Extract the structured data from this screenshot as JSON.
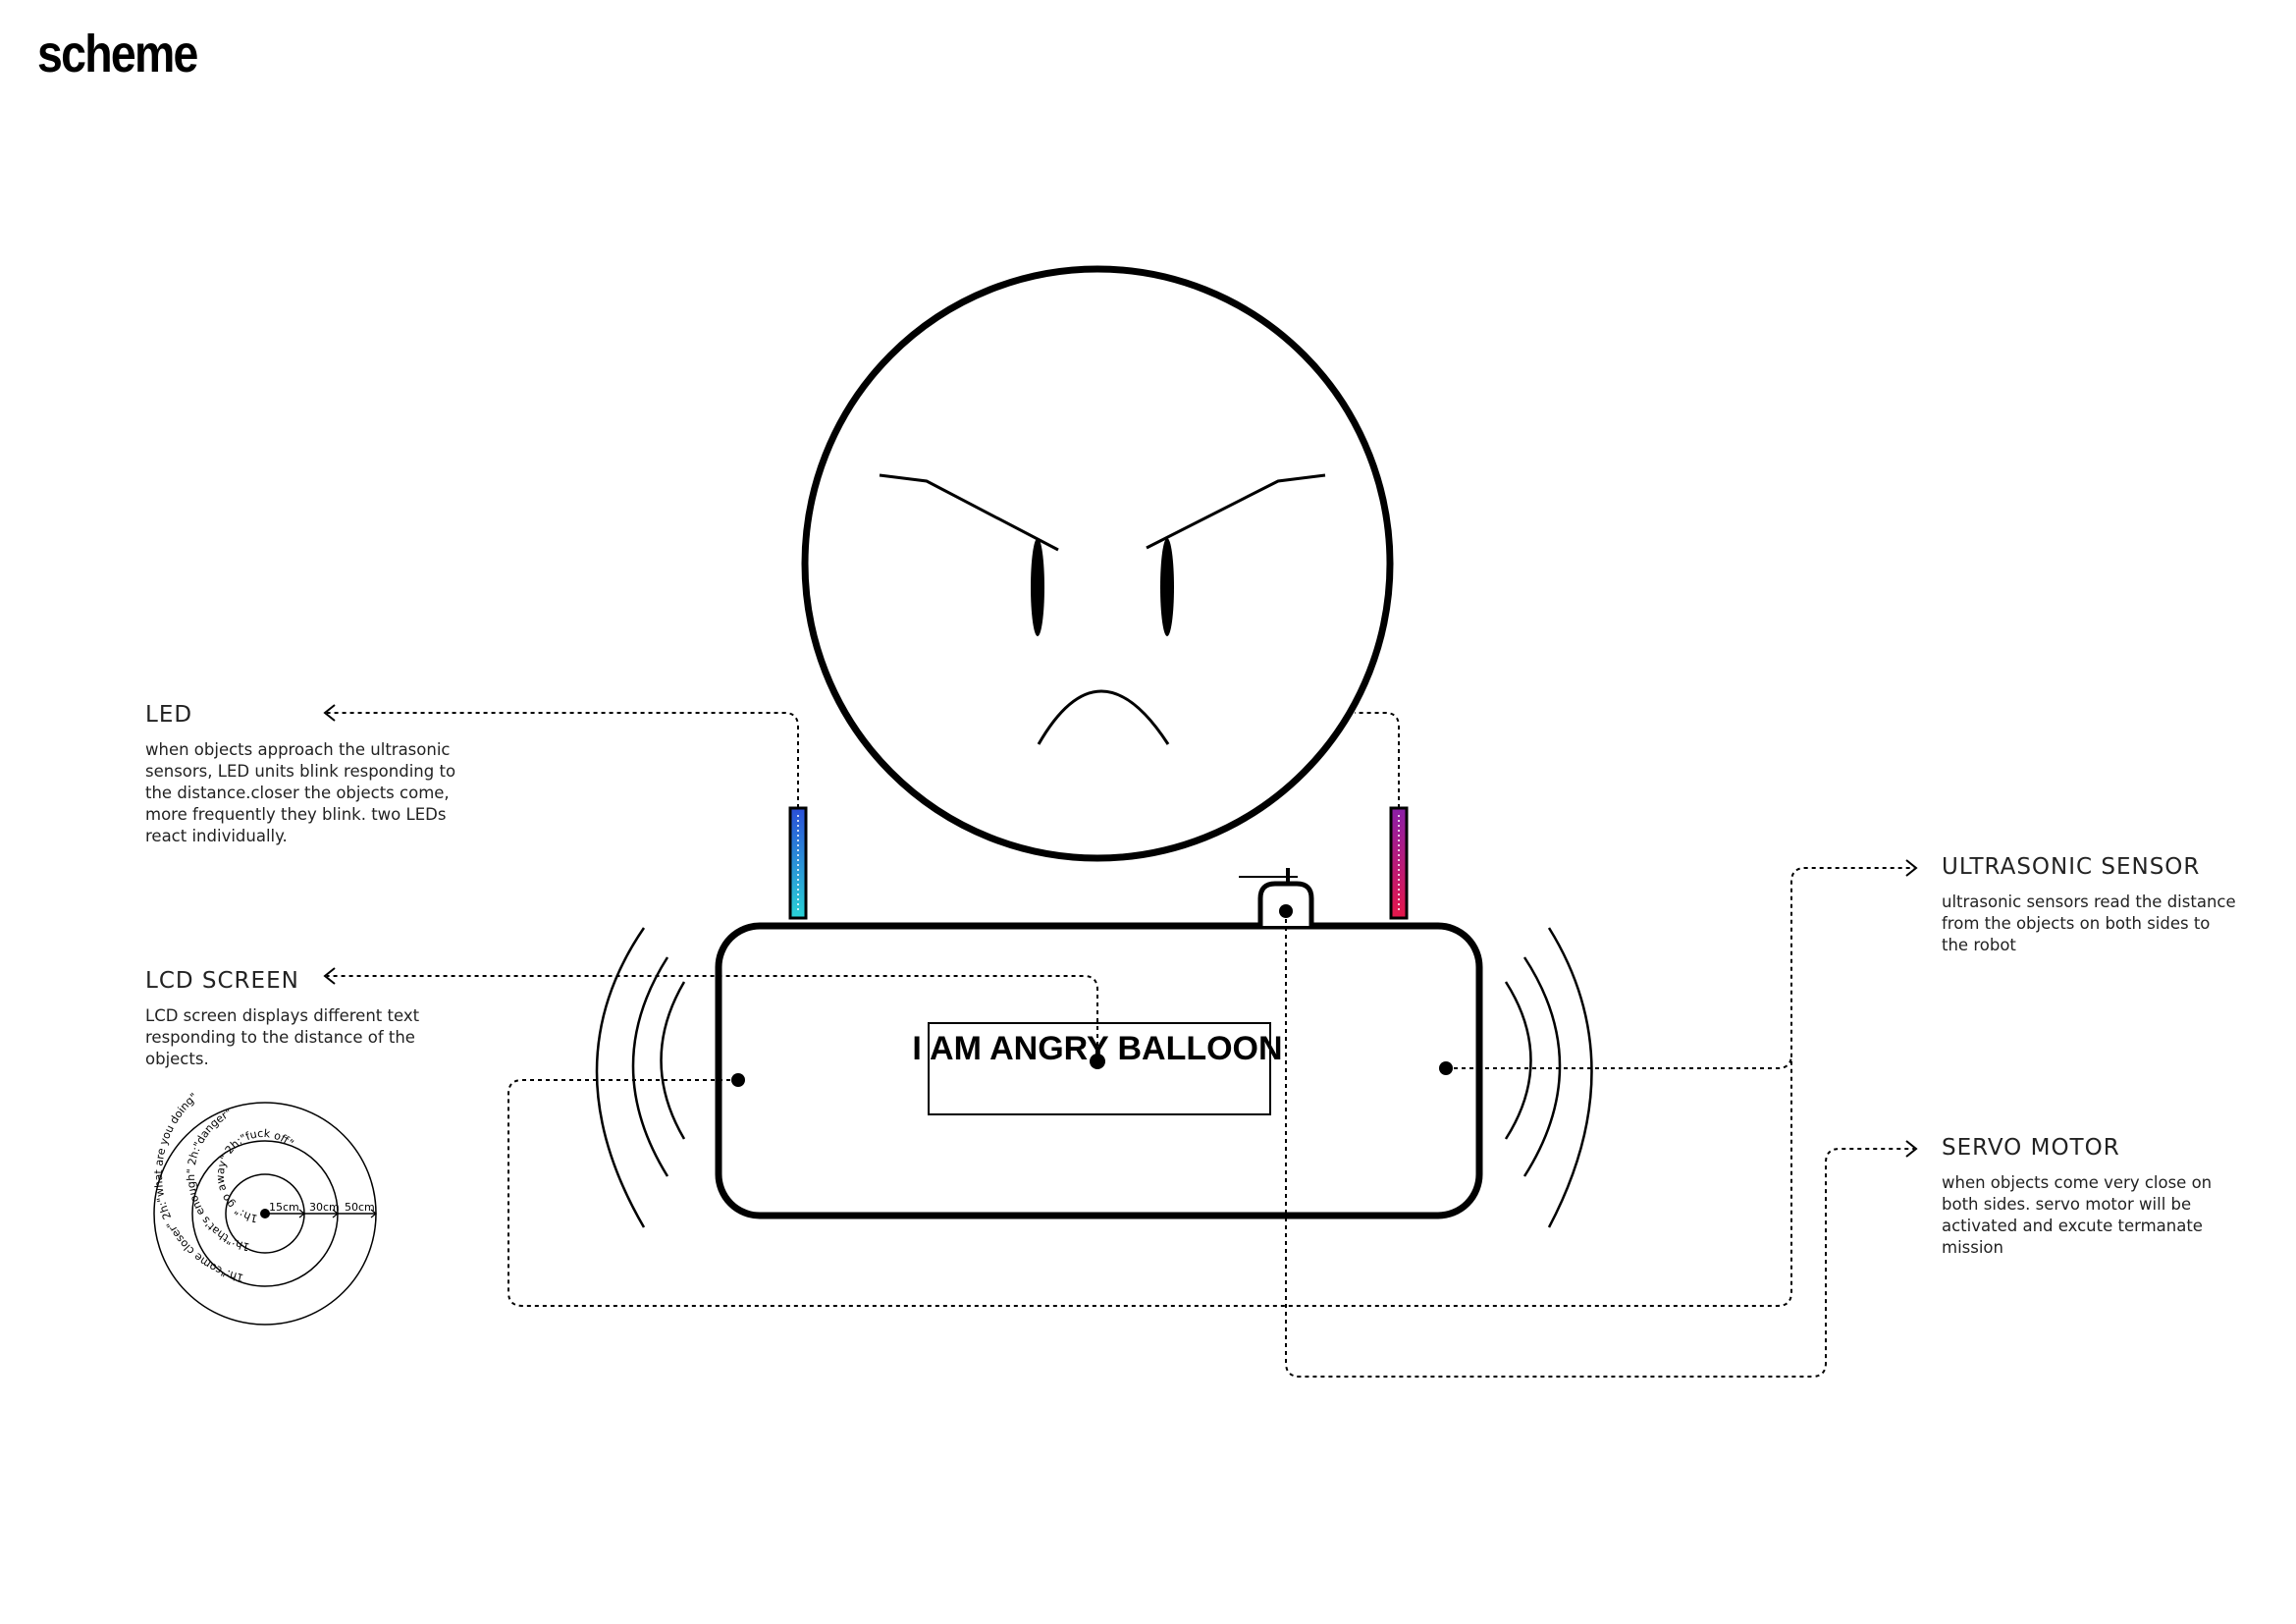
{
  "title": "scheme",
  "lcd_text": "I AM ANGRY BALLOON",
  "callouts": {
    "led": {
      "heading": "LED",
      "body": "when objects approach the ultrasonic sensors, LED units blink responding to the distance.closer the objects come, more frequently they blink. two LEDs react individually."
    },
    "lcd": {
      "heading": "LCD SCREEN",
      "body": "LCD screen displays different text responding to the distance of the objects."
    },
    "ultrasonic": {
      "heading": "ULTRASONIC SENSOR",
      "body": "ultrasonic sensors read the distance from the objects on both sides to the robot"
    },
    "servo": {
      "heading": "SERVO MOTOR",
      "body": "when objects come very close on both sides. servo motor will be activated and excute termanate mission"
    }
  },
  "distance_rings": {
    "labels": [
      "15cm",
      "30cm",
      "50cm"
    ],
    "ring_texts": [
      "1h:\" go away\" 2h:\"fuck off\"",
      "1h:\"that's enough\" 2h:\"danger\"",
      "1h:\"come closer\" 2h:\"what are you doing\""
    ]
  },
  "colors": {
    "led_left_top": "#2b4fd8",
    "led_left_bottom": "#29d3d6",
    "led_right_top": "#8b1fa8",
    "led_right_bottom": "#e5174a",
    "stroke": "#000000"
  }
}
